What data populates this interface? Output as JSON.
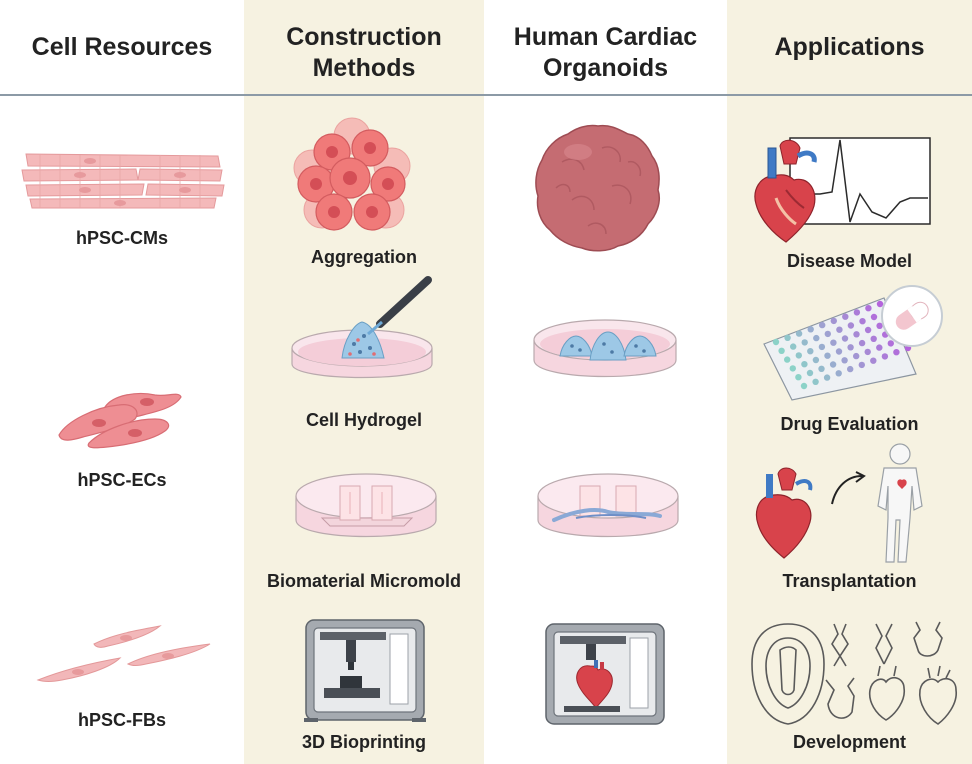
{
  "columns": {
    "cell_resources": {
      "title": "Cell Resources",
      "items": [
        "hPSC-CMs",
        "hPSC-ECs",
        "hPSC-FBs"
      ]
    },
    "construction_methods": {
      "title_line1": "Construction",
      "title_line2": "Methods",
      "items": [
        "Aggregation",
        "Cell Hydrogel",
        "Biomaterial Micromold",
        "3D Bioprinting"
      ]
    },
    "organoids": {
      "title_line1": "Human Cardiac",
      "title_line2": "Organoids"
    },
    "applications": {
      "title": "Applications",
      "items": [
        "Disease Model",
        "Drug Evaluation",
        "Transplantation",
        "Development"
      ]
    }
  },
  "colors": {
    "band": "#f6f2e1",
    "divider": "#8c9aa6",
    "cell_pink": "#f4b6b8",
    "cell_red": "#ea6f6f",
    "organoid": "#c86c72",
    "dish_media": "#f6d6df",
    "hydrogel_blue": "#9dc8e6"
  }
}
